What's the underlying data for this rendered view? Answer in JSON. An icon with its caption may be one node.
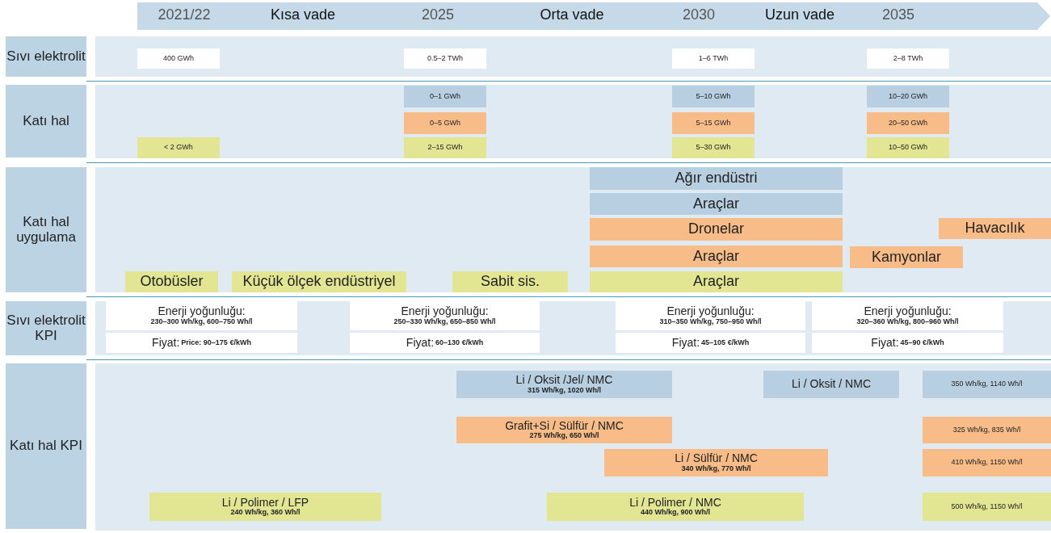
{
  "diagram": {
    "nodes": [
      {
        "text": [
          "2021/22",
          "Kısa vade",
          "2025",
          "Orta vade",
          "2030",
          "Uzun vade",
          "2035"
        ]
      },
      {
        "text": [
          "Sıvı elektrolit"
        ]
      },
      {
        "text": [
          "400 GWh"
        ]
      },
      {
        "text": [
          "0.5–2 TWh"
        ]
      },
      {
        "text": [
          "1–6 TWh"
        ]
      },
      {
        "text": [
          "2–8 TWh"
        ]
      },
      {
        "text": [
          "Katı hal"
        ]
      },
      {
        "text": [
          "0–1 GWh"
        ]
      },
      {
        "text": [
          "5–10 GWh"
        ]
      },
      {
        "text": [
          "10–20 GWh"
        ]
      },
      {
        "text": [
          "0–5 GWh"
        ]
      },
      {
        "text": [
          "5–15 GWh"
        ]
      },
      {
        "text": [
          "20–50 GWh"
        ]
      },
      {
        "text": [
          "< 2 GWh"
        ]
      },
      {
        "text": [
          "2–15 GWh"
        ]
      },
      {
        "text": [
          "5–30 GWh"
        ]
      },
      {
        "text": [
          "10–50 GWh"
        ]
      },
      {
        "text": [
          "Katı hal uygulama"
        ]
      },
      {
        "text": [
          "Ağır endüstri"
        ]
      },
      {
        "text": [
          "Araçlar"
        ]
      },
      {
        "text": [
          "Dronelar"
        ]
      },
      {
        "text": [
          "Havacılık"
        ]
      },
      {
        "text": [
          "Araçlar"
        ]
      },
      {
        "text": [
          "Kamyonlar"
        ]
      },
      {
        "text": [
          "Otobüsler"
        ]
      },
      {
        "text": [
          "Küçük ölçek endüstriyel"
        ]
      },
      {
        "text": [
          "Sabit sis."
        ]
      },
      {
        "text": [
          "Araçlar"
        ]
      },
      {
        "text": [
          "Sıvı elektrolit KPI"
        ]
      },
      {
        "text": [
          "Enerji yoğunluğu:",
          "230–300 Wh/kg, 600–750 Wh/l"
        ]
      },
      {
        "text": [
          "Enerji yoğunluğu:",
          "250–330 Wh/kg, 650–850 Wh/l"
        ]
      },
      {
        "text": [
          "Enerji yoğunluğu:",
          "310–350 Wh/kg, 750–950 Wh/l"
        ]
      },
      {
        "text": [
          "Enerji yoğunluğu:",
          "320–360 Wh/kg, 800–960 Wh/l"
        ]
      },
      {
        "text": [
          "Fiyat:",
          "Price: 90–175 €/kWh"
        ]
      },
      {
        "text": [
          "Fiyat:",
          "60–130 €/kWh"
        ]
      },
      {
        "text": [
          "Fiyat:",
          "45–105 €/kWh"
        ]
      },
      {
        "text": [
          "Fiyat:",
          "45–90 €/kWh"
        ]
      },
      {
        "text": [
          "Katı hal KPI"
        ]
      },
      {
        "text": [
          "Li / Oksit /Jel/ NMC",
          "315 Wh/kg, 1020 Wh/l"
        ]
      },
      {
        "text": [
          "Li / Oksit / NMC"
        ]
      },
      {
        "text": [
          "350 Wh/kg, 1140 Wh/l"
        ]
      },
      {
        "text": [
          "Grafit+Si / Sülfür / NMC",
          "275 Wh/kg, 650 Wh/l"
        ]
      },
      {
        "text": [
          "325 Wh/kg, 835 Wh/l"
        ]
      },
      {
        "text": [
          "Li / Sülfür / NMC",
          "340 Wh/kg, 770 Wh/l"
        ]
      },
      {
        "text": [
          "410 Wh/kg, 1150 Wh/l"
        ]
      },
      {
        "text": [
          "Li / Polimer / LFP",
          "240 Wh/kg, 360 Wh/l"
        ]
      },
      {
        "text": [
          "Li / Polimer / NMC",
          "440 Wh/kg, 900 Wh/l"
        ]
      },
      {
        "text": [
          "500 Wh/kg, 1150 Wh/l"
        ]
      }
    ]
  }
}
